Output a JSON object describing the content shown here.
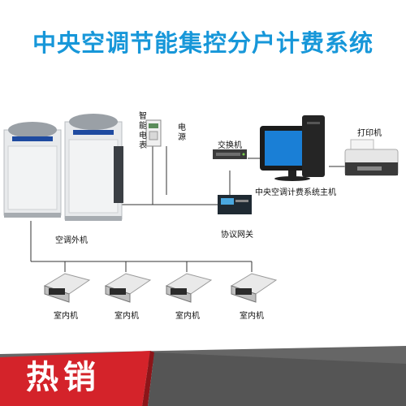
{
  "title": "中央空调节能集控分户计费系统",
  "labels": {
    "smart_meter": "智能电表",
    "power": "电源",
    "switch": "交换机",
    "printer": "打印机",
    "host": "中央空调计费系统主机",
    "outdoor": "空调外机",
    "gateway": "协议网关",
    "indoor": [
      "室内机",
      "室内机",
      "室内机",
      "室内机"
    ]
  },
  "banner": {
    "text": "热销"
  },
  "colors": {
    "title": "#1797d9",
    "banner_red": "#d4232a",
    "banner_grey": "#555555",
    "monitor_screen": "#1a7fd6"
  }
}
